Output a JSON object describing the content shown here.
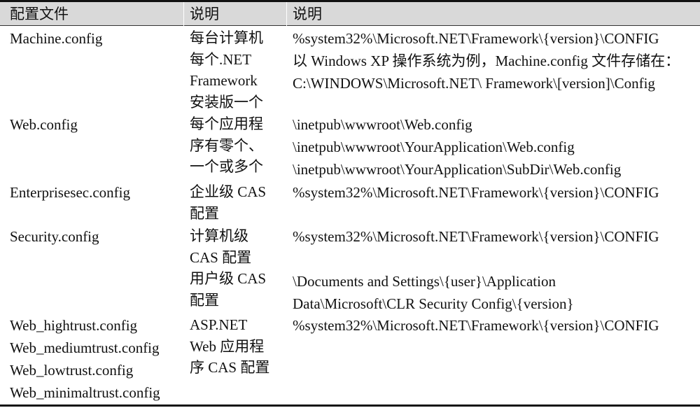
{
  "header": {
    "col1": "配置文件",
    "col2": "说明",
    "col3": "说明"
  },
  "rows": [
    {
      "file": [
        "Machine.config"
      ],
      "desc": [
        "每台计算机",
        "每个.NET",
        "Framework",
        "安装版一个"
      ],
      "path": [
        "%system32%\\Microsoft.NET\\Framework\\{version}\\CONFIG",
        "以 Windows XP 操作系统为例，Machine.config 文件存储在：",
        "C:\\WINDOWS\\Microsoft.NET\\ Framework\\[version]\\Config"
      ]
    },
    {
      "file": [
        "Web.config"
      ],
      "desc": [
        "每个应用程",
        "序有零个、",
        "一个或多个"
      ],
      "path": [
        "\\inetpub\\wwwroot\\Web.config",
        "\\inetpub\\wwwroot\\YourApplication\\Web.config",
        "\\inetpub\\wwwroot\\YourApplication\\SubDir\\Web.config"
      ]
    },
    {
      "file": [
        "Enterprisesec.config"
      ],
      "desc": [
        "企业级 CAS",
        "配置"
      ],
      "path": [
        "%system32%\\Microsoft.NET\\Framework\\{version}\\CONFIG"
      ]
    },
    {
      "file": [
        "Security.config"
      ],
      "desc": [
        "计算机级",
        "CAS 配置",
        "用户级 CAS",
        "配置"
      ],
      "path": [
        "%system32%\\Microsoft.NET\\Framework\\{version}\\CONFIG",
        "",
        "\\Documents and Settings\\{user}\\Application",
        "Data\\Microsoft\\CLR Security Config\\{version}"
      ]
    },
    {
      "file": [
        "Web_hightrust.config",
        "Web_mediumtrust.config",
        "Web_lowtrust.config",
        "Web_minimaltrust.config"
      ],
      "desc": [
        "ASP.NET",
        "Web 应用程",
        "序 CAS 配置"
      ],
      "path": [
        "%system32%\\Microsoft.NET\\Framework\\{version}\\CONFIG"
      ]
    }
  ]
}
